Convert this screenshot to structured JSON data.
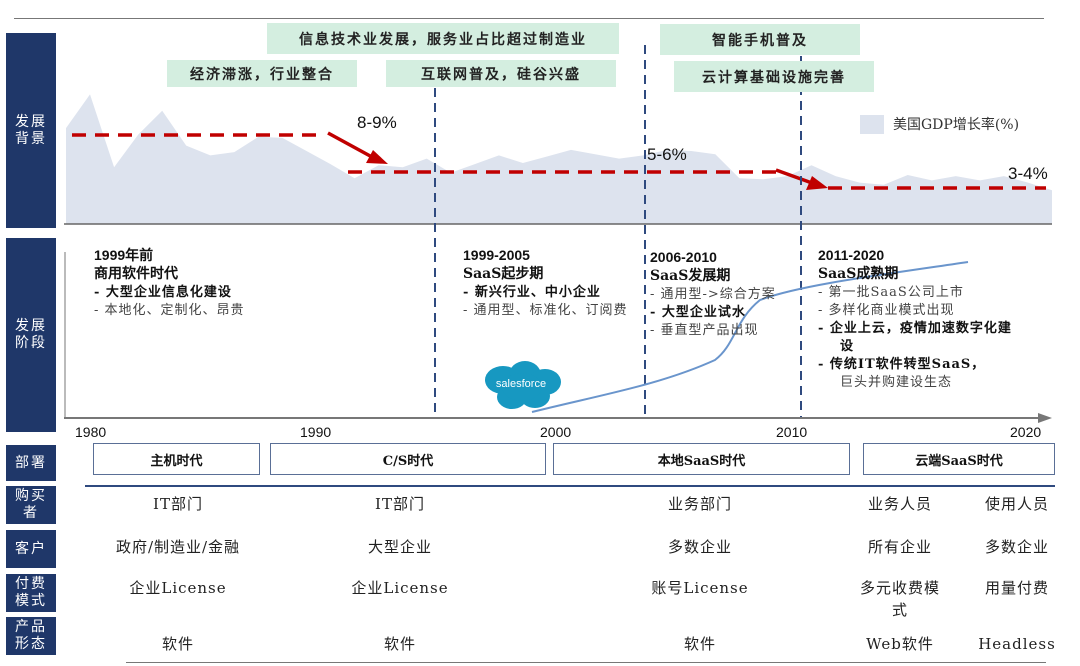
{
  "side_labels": {
    "background": "发展背景",
    "stage": "发展阶段",
    "deployment": "部署",
    "buyer": "购买者",
    "customer": "客户",
    "payment": "付费模式",
    "product": "产品形态"
  },
  "background_notes": [
    {
      "text": "信息技术业发展，服务业占比超过制造业"
    },
    {
      "text": "经济滞涨，行业整合"
    },
    {
      "text": "互联网普及，硅谷兴盛"
    },
    {
      "text": "智能手机普及"
    },
    {
      "text": "云计算基础设施完善"
    }
  ],
  "growth_labels": {
    "a": "8-9%",
    "b": "5-6%",
    "c": "3-4%"
  },
  "legend": {
    "gdp": "美国GDP增长率(%)"
  },
  "chart_data": {
    "type": "area",
    "title": "",
    "series_name": "美国GDP增长率(%)",
    "x": [
      1979,
      1980,
      1981,
      1982,
      1983,
      1984,
      1985,
      1986,
      1987,
      1988,
      1989,
      1990,
      1991,
      1992,
      1993,
      1994,
      1995,
      1996,
      1997,
      1998,
      1999,
      2000,
      2001,
      2002,
      2003,
      2004,
      2005,
      2006,
      2007,
      2008,
      2009,
      2010,
      2011,
      2012,
      2013,
      2014,
      2015,
      2016,
      2017,
      2018,
      2019,
      2020
    ],
    "values": [
      8.8,
      11.9,
      5.2,
      8.2,
      10.4,
      7.2,
      6.3,
      6.6,
      8.0,
      7.9,
      6.7,
      5.5,
      4.2,
      5.4,
      5.2,
      6.0,
      4.7,
      5.5,
      6.3,
      5.6,
      6.2,
      6.8,
      6.4,
      6.0,
      6.3,
      6.8,
      6.7,
      6.4,
      4.2,
      4.1,
      4.4,
      5.4,
      4.4,
      3.8,
      3.6,
      4.5,
      4.0,
      4.4,
      4.0,
      4.4,
      3.8,
      3.1
    ],
    "segment_averages": [
      {
        "label": "8-9%",
        "from": 1979,
        "to": 1991,
        "value": 8.5
      },
      {
        "label": "5-6%",
        "from": 1991,
        "to": 2008,
        "value": 5.5
      },
      {
        "label": "3-4%",
        "from": 2011,
        "to": 2020,
        "value": 3.5
      }
    ],
    "xlim": [
      1979,
      2020
    ],
    "grid": false,
    "legend_position": "top-right"
  },
  "timeline": {
    "years": [
      "1980",
      "1990",
      "2000",
      "2010",
      "2020"
    ]
  },
  "stages": [
    {
      "period": "1999年前",
      "name": "商用软件时代",
      "items": [
        {
          "text": "-   大型企业信息化建设",
          "bold": true
        },
        {
          "text": "-   本地化、定制化、昂贵",
          "bold": false
        }
      ]
    },
    {
      "period": "1999-2005",
      "name": "SaaS起步期",
      "items": [
        {
          "text": "-   新兴行业、中小企业",
          "bold": true
        },
        {
          "text": "-   通用型、标准化、订阅费",
          "bold": false
        }
      ]
    },
    {
      "period": "2006-2010",
      "name": "SaaS发展期",
      "items": [
        {
          "text": "-   通用型->综合方案",
          "bold": false
        },
        {
          "text": "-   大型企业试水",
          "bold": true
        },
        {
          "text": "-   垂直型产品出现",
          "bold": false
        }
      ]
    },
    {
      "period": "2011-2020",
      "name": "SaaS成熟期",
      "items": [
        {
          "text": "-   第一批SaaS公司上市",
          "bold": false
        },
        {
          "text": "-   多样化商业模式出现",
          "bold": false
        },
        {
          "text": "-   企业上云，疫情加速数字化建设",
          "bold": true
        },
        {
          "text": "-   传统IT软件转型SaaS，",
          "bold": true
        },
        {
          "text": "巨头并购建设生态",
          "bold": false
        }
      ]
    }
  ],
  "logo": {
    "text": "salesforce"
  },
  "eras": [
    "主机时代",
    "C/S时代",
    "本地SaaS时代",
    "云端SaaS时代"
  ],
  "table": {
    "buyer": [
      "IT部门",
      "IT部门",
      "业务部门",
      "业务人员",
      "使用人员"
    ],
    "customer": [
      "政府/制造业/金融",
      "大型企业",
      "多数企业",
      "所有企业",
      "多数企业"
    ],
    "payment": [
      "企业License",
      "企业License",
      "账号License",
      "多元收费模式",
      "用量付费"
    ],
    "product": [
      "软件",
      "软件",
      "软件",
      "Web软件",
      "Headless"
    ]
  },
  "colors": {
    "side_label_bg": "#1f3769",
    "note_bg": "#d4eee0",
    "gdp_area": "#dde3ee",
    "avg_line": "#c00000",
    "divider": "#2f4a7f",
    "adoption_curve": "#6a95cc",
    "salesforce": "#1798c1"
  }
}
